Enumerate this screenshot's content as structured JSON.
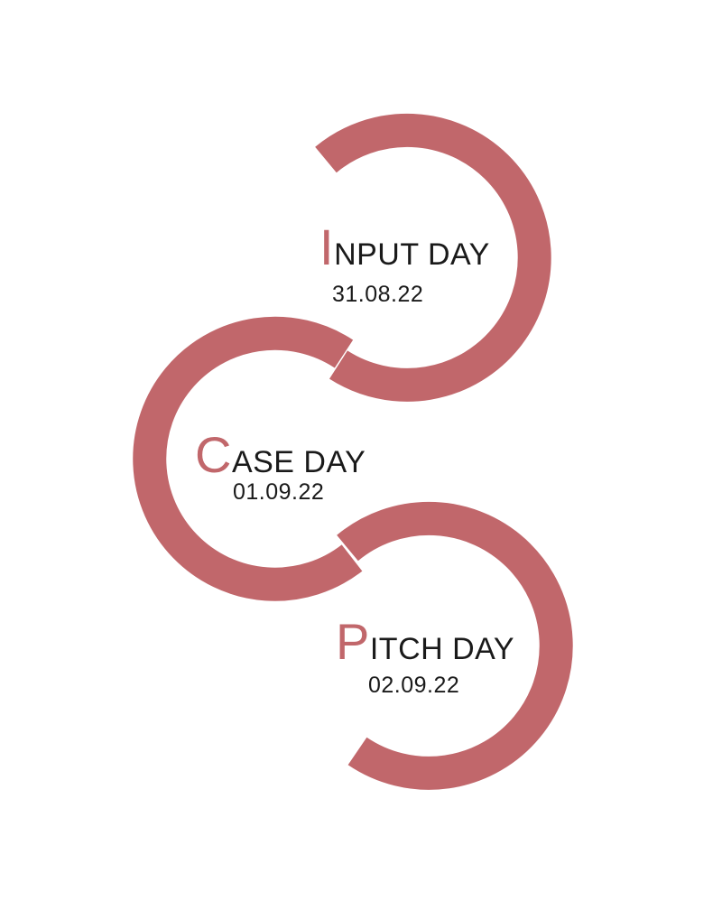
{
  "colors": {
    "accent": "#c1676b",
    "text": "#1a1a1a",
    "background": "#ffffff"
  },
  "events": [
    {
      "initial": "I",
      "rest": "NPUT DAY",
      "date": "31.08.22"
    },
    {
      "initial": "C",
      "rest": "ASE DAY",
      "date": "01.09.22"
    },
    {
      "initial": "P",
      "rest": "ITCH DAY",
      "date": "02.09.22"
    }
  ]
}
